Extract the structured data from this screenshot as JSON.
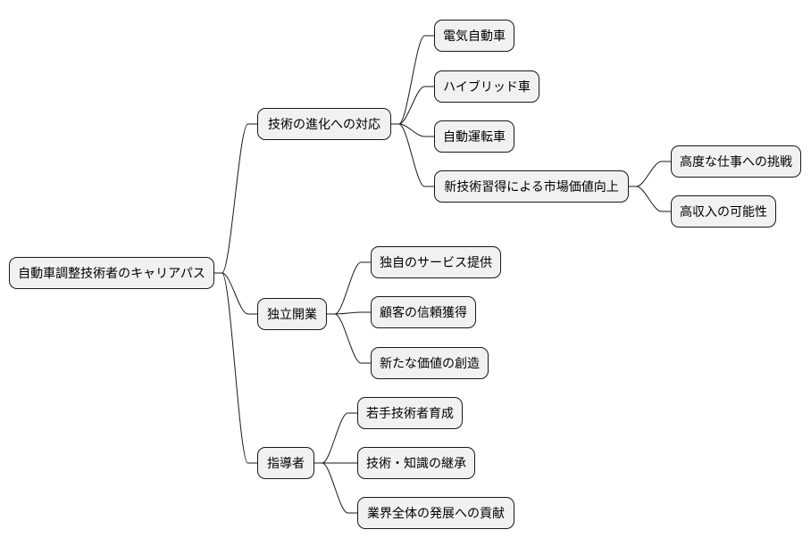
{
  "mindmap": {
    "root": {
      "id": "root",
      "label": "自動車調整技術者のキャリアパス"
    },
    "branches": [
      {
        "id": "tech",
        "label": "技術の進化への対応",
        "children": [
          {
            "id": "ev",
            "label": "電気自動車"
          },
          {
            "id": "hybrid",
            "label": "ハイブリッド車"
          },
          {
            "id": "autonomous",
            "label": "自動運転車"
          },
          {
            "id": "newtech",
            "label": "新技術習得による市場価値向上",
            "children": [
              {
                "id": "advanced-work",
                "label": "高度な仕事への挑戦"
              },
              {
                "id": "high-income",
                "label": "高収入の可能性"
              }
            ]
          }
        ]
      },
      {
        "id": "indep",
        "label": "独立開業",
        "children": [
          {
            "id": "own-service",
            "label": "独自のサービス提供"
          },
          {
            "id": "customer-trust",
            "label": "顧客の信頼獲得"
          },
          {
            "id": "new-value",
            "label": "新たな価値の創造"
          }
        ]
      },
      {
        "id": "mentor",
        "label": "指導者",
        "children": [
          {
            "id": "train-young",
            "label": "若手技術者育成"
          },
          {
            "id": "knowledge-transfer",
            "label": "技術・知識の継承"
          },
          {
            "id": "industry-contribution",
            "label": "業界全体の発展への貢献"
          }
        ]
      }
    ]
  }
}
